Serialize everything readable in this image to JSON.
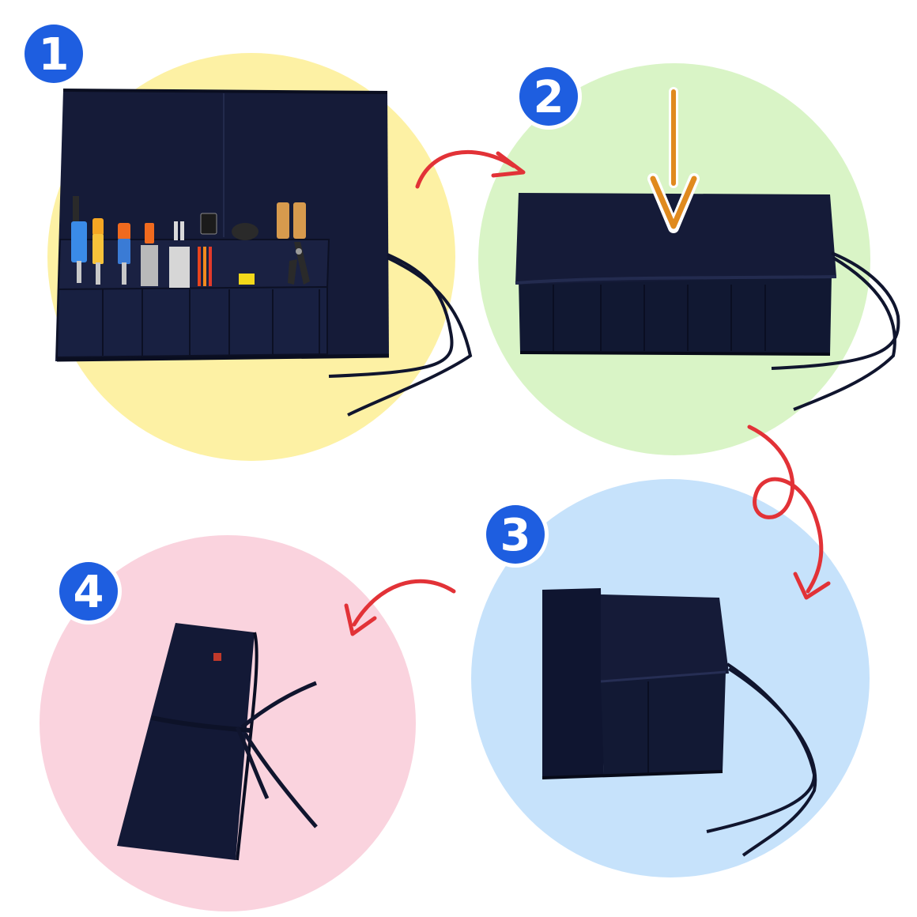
{
  "steps": [
    {
      "number": "1",
      "circle_color": "#FDF1A4",
      "state": "unrolled-with-tools"
    },
    {
      "number": "2",
      "circle_color": "#D9F4C6",
      "state": "top-flap-folded-down"
    },
    {
      "number": "3",
      "circle_color": "#C6E2FB",
      "state": "rolling"
    },
    {
      "number": "4",
      "circle_color": "#FAD3DE",
      "state": "rolled-and-tied"
    }
  ],
  "colors": {
    "badge": "#1E5EE0",
    "badge_border": "#ffffff",
    "flow_arrow": "#E23237",
    "fold_arrow": "#E08A1E",
    "fabric": "#151B38",
    "fabric_dark": "#0D1126",
    "strap": "#10152E"
  },
  "icons": {
    "flow_arrow": "curved-arrow-icon",
    "loop_arrow": "loop-arrow-icon",
    "fold_arrow": "down-arrow-icon"
  }
}
